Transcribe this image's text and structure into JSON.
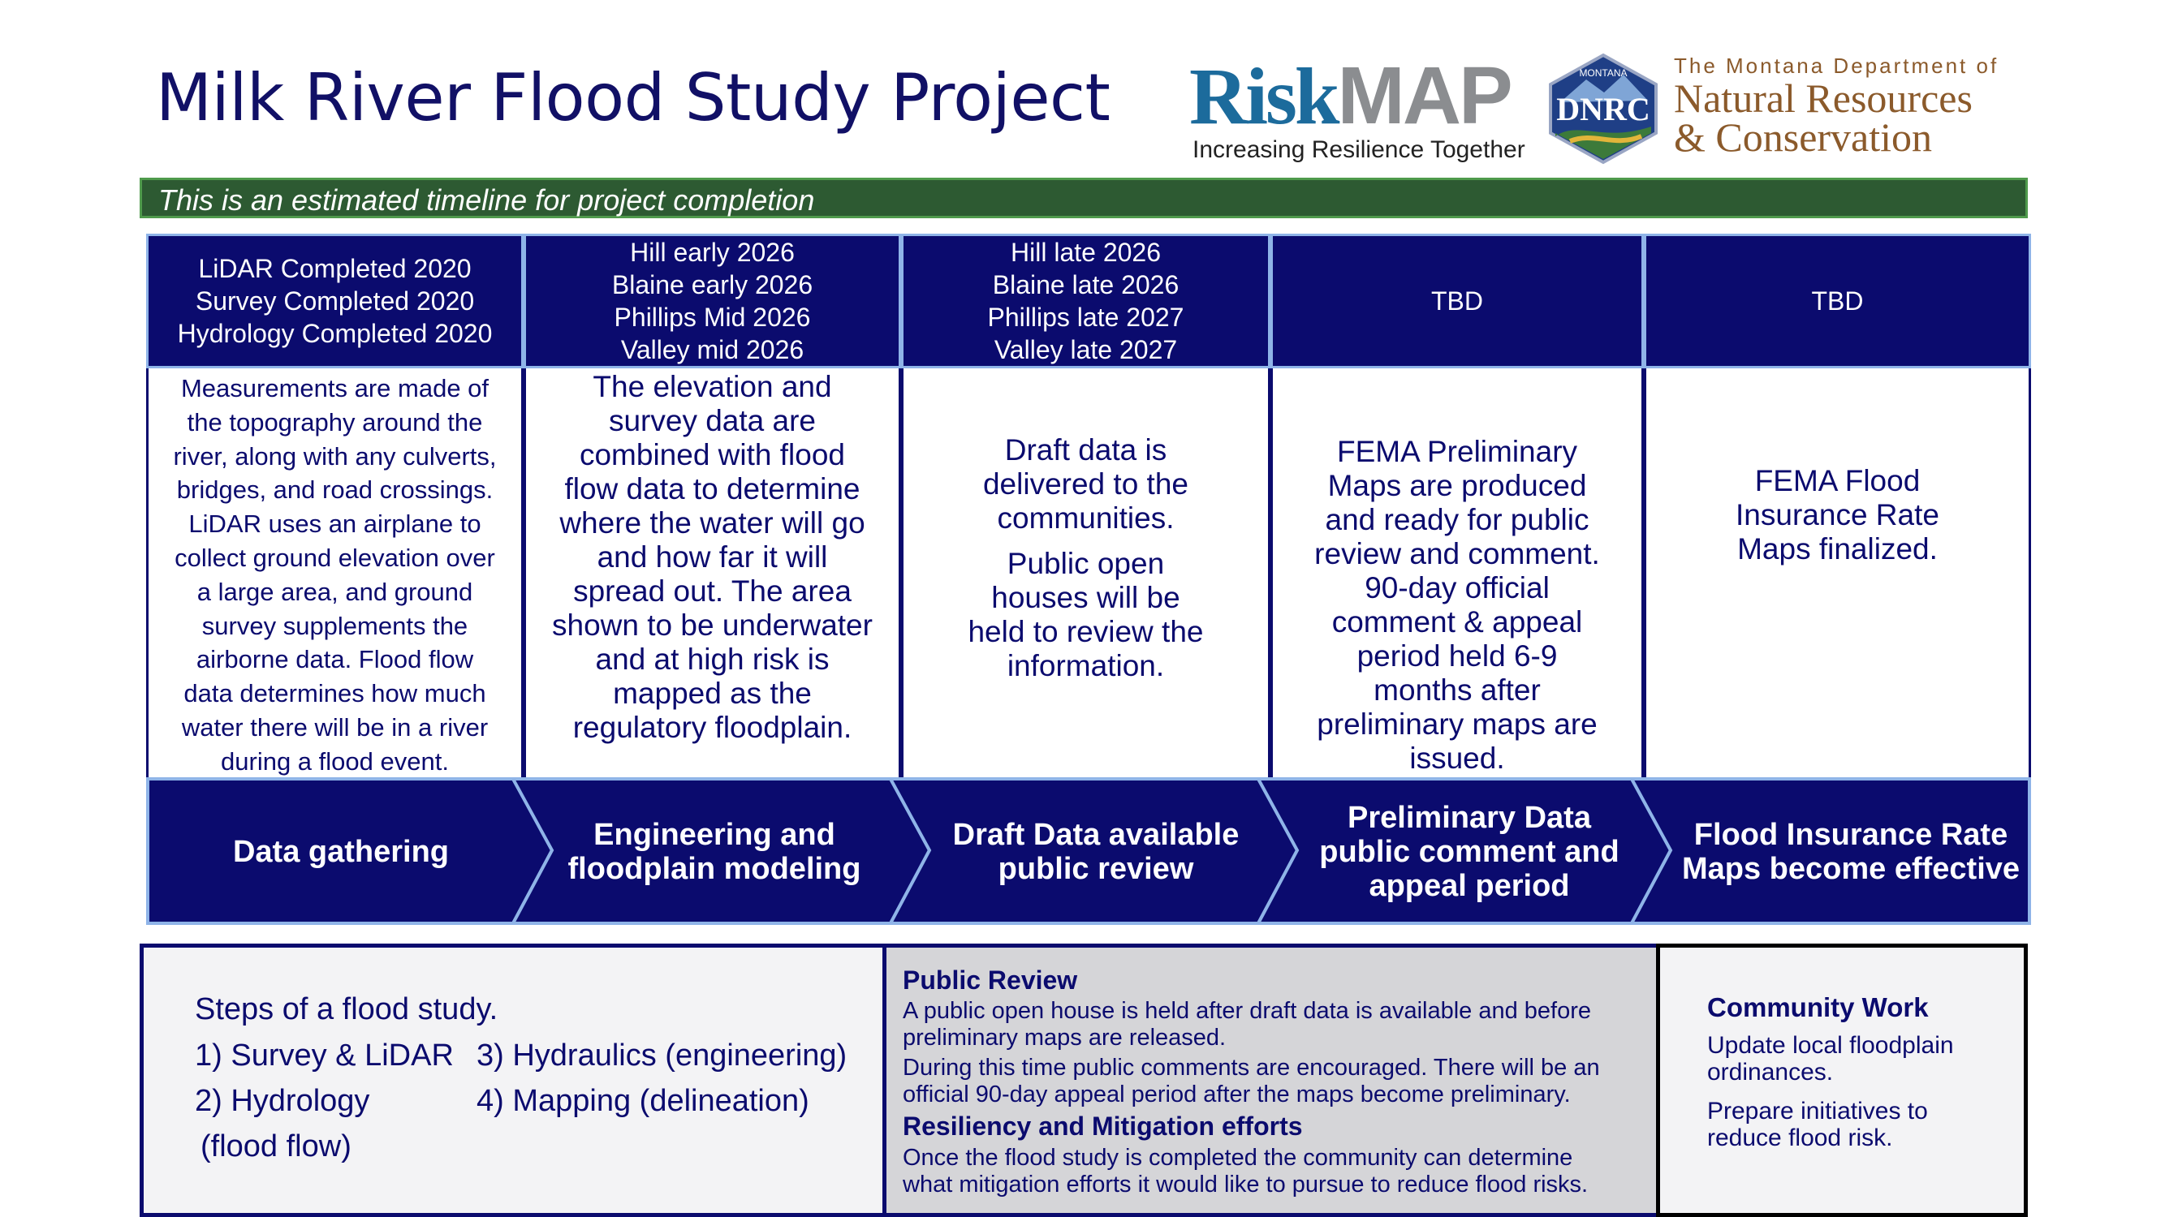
{
  "header": {
    "title": "Milk River Flood Study Project",
    "riskmap_risk": "Risk",
    "riskmap_map": "MAP",
    "riskmap_tagline": "Increasing Resilience Together",
    "dnrc_badge_top": "MONTANA",
    "dnrc_badge": "DNRC",
    "dnrc_line1": "The Montana Department of",
    "dnrc_line2": "Natural Resources",
    "dnrc_line3": "& Conservation"
  },
  "banner": "This is an estimated timeline for project completion",
  "timeline": [
    {
      "dates": [
        "LiDAR Completed 2020",
        "Survey Completed 2020",
        "Hydrology Completed 2020"
      ],
      "description": [
        "Measurements are made of",
        "the topography around the",
        "river, along with any culverts,",
        "bridges, and road crossings.",
        "LiDAR uses an airplane to",
        "collect ground elevation over",
        "a large area, and ground",
        "survey supplements the",
        "airborne data. Flood flow",
        "data determines how much",
        "water there will be in a river",
        "during a flood event."
      ],
      "phase": [
        "Data gathering"
      ]
    },
    {
      "dates": [
        "Hill early 2026",
        "Blaine early 2026",
        "Phillips Mid 2026",
        "Valley mid 2026"
      ],
      "description": [
        "The elevation and",
        "survey data are",
        "combined with  flood",
        "flow data to determine",
        "where the water will go",
        "and how far it will",
        "spread out. The area",
        "shown to be underwater",
        "and at high risk is",
        "mapped as the",
        "regulatory floodplain."
      ],
      "phase": [
        "Engineering and",
        "floodplain modeling"
      ]
    },
    {
      "dates": [
        "Hill  late 2026",
        "Blaine late 2026",
        "Phillips late 2027",
        "Valley late 2027"
      ],
      "description": [
        "Draft data is",
        "delivered to the",
        "communities.",
        "Public open",
        "houses will be",
        "held to review the",
        "information."
      ],
      "phase": [
        "Draft Data available",
        "public review"
      ]
    },
    {
      "dates": [
        "TBD"
      ],
      "description": [
        "FEMA Preliminary",
        "Maps are produced",
        "and ready for public",
        "review and comment.",
        "90-day official",
        "comment & appeal",
        "period held 6-9",
        "months after",
        "preliminary maps are",
        "issued."
      ],
      "phase": [
        "Preliminary Data",
        "public comment and",
        "appeal period"
      ]
    },
    {
      "dates": [
        "TBD"
      ],
      "description": [
        "FEMA Flood",
        "Insurance Rate",
        "Maps finalized."
      ],
      "phase": [
        "Flood Insurance Rate",
        "Maps become effective"
      ]
    }
  ],
  "steps": {
    "heading": "Steps of a flood study.",
    "s1": "1)  Survey & LiDAR",
    "s2": "2)  Hydrology",
    "s2b": "(flood flow)",
    "s3": "3) Hydraulics (engineering)",
    "s4": "4) Mapping (delineation)"
  },
  "public_review": {
    "heading": "Public Review",
    "p1a": "A public open house is held after draft data is available and before",
    "p1b": "preliminary maps are released.",
    "p2a": "During this time public comments are encouraged. There will be an",
    "p2b": "official 90-day appeal period after the maps become preliminary.",
    "heading2": "Resiliency and Mitigation efforts",
    "p3a": "Once the flood study is completed the community can determine",
    "p3b": "what mitigation efforts it would like to pursue to reduce flood risks."
  },
  "community": {
    "heading": "Community Work",
    "p1a": "Update local floodplain",
    "p1b": "ordinances.",
    "p2a": "Prepare initiatives to",
    "p2b": "reduce flood risk."
  },
  "colors": {
    "navy": "#0b0b6e",
    "banner_green": "#2d5a32",
    "riskmap_blue": "#1c6b9c",
    "riskmap_gray": "#8b8d90",
    "dnrc_brown": "#8b5a2b"
  }
}
